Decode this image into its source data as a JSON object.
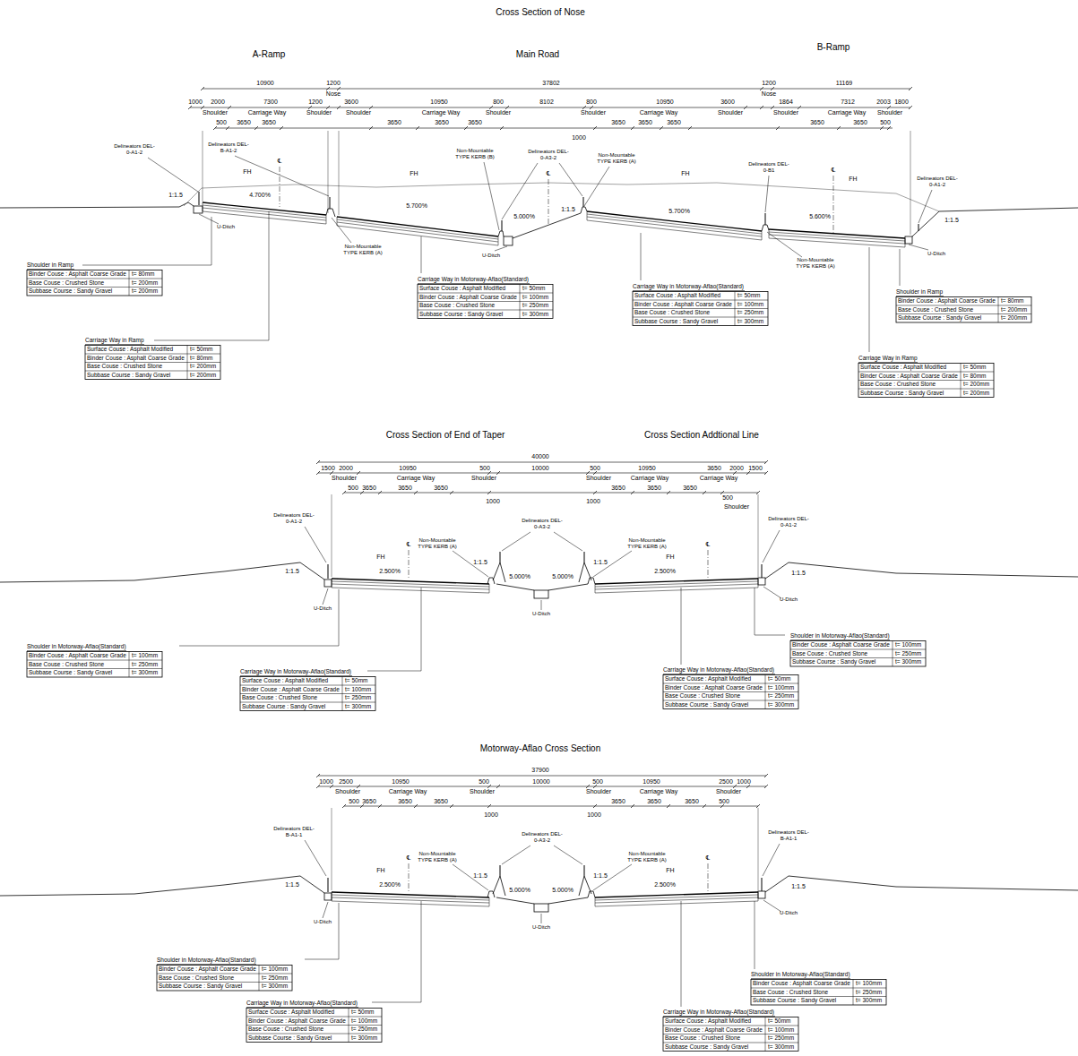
{
  "diagram": {
    "labels": [
      "Cross Section of Nose",
      "A-Ramp",
      "Main Road",
      "B-Ramp",
      "10900",
      "1200",
      "37802",
      "1200",
      "11169",
      "Nose",
      "Nose",
      "1000",
      "2000",
      "7300",
      "1200",
      "3600",
      "10950",
      "800",
      "8102",
      "800",
      "10950",
      "3600",
      "1864",
      "7312",
      "2003",
      "1800",
      "Shoulder",
      "Carriage Way",
      "Shoulder",
      "Shoulder",
      "Carriage Way",
      "Shoulder",
      "Shoulder",
      "Carriage Way",
      "Shoulder",
      "Shoulder",
      "Carriage Way",
      "Shoulder",
      "500",
      "3650",
      "3650",
      "3650",
      "3650",
      "3650",
      "1000",
      "3650",
      "3650",
      "3650",
      "3650",
      "3650",
      "500",
      "Delineators DEL-0-A1-2",
      "Delineators DEL-B-A1-2",
      "Delineators DEL-0-A3-2",
      "Delineators DEL-0-B1",
      "Delineators DEL-0-A1-2",
      "FH",
      "℄",
      "FH",
      "℄",
      "FH",
      "FH",
      "℄",
      "Non-Mountable TYPE KERB (B)",
      "Non-Mountable TYPE KERB (A)",
      "Non-Mountable TYPE KERB (A)",
      "Non-Mountable TYPE KERB (A)",
      "4.700%",
      "5.700%",
      "5.000%",
      "5.700%",
      "5.600%",
      "1:1.5",
      "1:1.5",
      "1:1.5",
      "U-Ditch",
      "U-Ditch",
      "U-Ditch",
      "Shoulder in Ramp",
      "Binder Couse : Asphalt Coarse Grade",
      "t= 80mm",
      "Base Couse : Crushed Stone",
      "t= 200mm",
      "Subbase Course : Sandy Gravel",
      "t= 200mm",
      "Carriage Way in Ramp",
      "Surface Couse : Asphalt Modified",
      "t= 50mm",
      "Binder Couse : Asphalt Coarse Grade",
      "t= 80mm",
      "Base Couse : Crushed Stone",
      "t= 200mm",
      "Subbase Course : Sandy Gravel",
      "t= 200mm",
      "Carriage Way in Motorway-Aflao(Standard)",
      "Surface Couse : Asphalt Modified",
      "t= 50mm",
      "Binder Couse : Asphalt Coarse Grade",
      "t= 100mm",
      "Base Couse : Crushed Stone",
      "t= 250mm",
      "Subbase Course : Sandy Gravel",
      "t= 300mm",
      "Carriage Way in Motorway-Aflao(Standard)",
      "Surface Couse : Asphalt Modified",
      "t= 50mm",
      "Binder Couse : Asphalt Coarse Grade",
      "t= 100mm",
      "Base Couse : Crushed Stone",
      "t= 250mm",
      "Subbase Course : Sandy Gravel",
      "t= 300mm",
      "Shoulder in Ramp",
      "Binder Couse : Asphalt Coarse Grade",
      "t= 80mm",
      "Base Couse : Crushed Stone",
      "t= 200mm",
      "Subbase Course : Sandy Gravel",
      "t= 200mm",
      "Carriage Way in Ramp",
      "Surface Couse : Asphalt Modified",
      "t= 50mm",
      "Binder Couse : Asphalt Coarse Grade",
      "t= 80mm",
      "Base Couse : Crushed Stone",
      "t= 200mm",
      "Subbase Course : Sandy Gravel",
      "t= 200mm",
      "Cross Section of End of Taper",
      "Cross Section Addtional Line",
      "40000",
      "1500",
      "2000",
      "10950",
      "500",
      "10000",
      "500",
      "10950",
      "3650",
      "2000",
      "1500",
      "Shoulder",
      "Carriage Way",
      "Shoulder",
      "Shoulder",
      "Carriage Way",
      "Carriage Way",
      "500",
      "3650",
      "3650",
      "3650",
      "1000",
      "1000",
      "3650",
      "3650",
      "3650",
      "500",
      "Shoulder",
      "Delineators DEL-0-A1-2",
      "Delineators DEL-0-A3-2",
      "Delineators DEL-0-A1-2",
      "Non-Mountable TYPE KERB (A)",
      "Non-Mountable TYPE KERB (A)",
      "FH",
      "℄",
      "FH",
      "℄",
      "2.500%",
      "5.000%",
      "5.000%",
      "2.500%",
      "1:1.5",
      "1:1.5",
      "1:1.5",
      "1:1.5",
      "U-Ditch",
      "U-Ditch",
      "U-Ditch",
      "Shoulder in Motorway-Aflao(Standard)",
      "Binder Couse : Asphalt Coarse Grade",
      "t= 100mm",
      "Base Couse : Crushed Stone",
      "t= 250mm",
      "Subbase Course : Sandy Gravel",
      "t= 300mm",
      "Carriage Way in Motorway-Aflao(Standard)",
      "Surface Couse : Asphalt Modified",
      "t= 50mm",
      "Binder Couse : Asphalt Coarse Grade",
      "t= 100mm",
      "Base Couse : Crushed Stone",
      "t= 250mm",
      "Subbase Course : Sandy Gravel",
      "t= 300mm",
      "Shoulder in Motorway-Aflao(Standard)",
      "Binder Couse : Asphalt Coarse Grade",
      "t= 100mm",
      "Base Couse : Crushed Stone",
      "t= 250mm",
      "Subbase Course : Sandy Gravel",
      "t= 300mm",
      "Carriage Way in Motorway-Aflao(Standard)",
      "Surface Couse : Asphalt Modified",
      "t= 50mm",
      "Binder Couse : Asphalt Coarse Grade",
      "t= 100mm",
      "Base Couse : Crushed Stone",
      "t= 250mm",
      "Subbase Course : Sandy Gravel",
      "t= 300mm",
      "Motorway-Aflao Cross Section",
      "37900",
      "1000",
      "2500",
      "10950",
      "500",
      "10000",
      "500",
      "10950",
      "2500",
      "1000",
      "Shoulder",
      "Carriage Way",
      "Shoulder",
      "Shoulder",
      "Carriage Way",
      "Shoulder",
      "500",
      "3650",
      "3650",
      "3650",
      "1000",
      "1000",
      "3650",
      "3650",
      "3650",
      "500",
      "Delineators DEL-B-A1-1",
      "Delineators DEL-0-A3-2",
      "Delineators DEL-B-A1-1",
      "Non-Mountable TYPE KERB (A)",
      "Non-Mountable TYPE KERB (A)",
      "FH",
      "℄",
      "FH",
      "℄",
      "2.500%",
      "5.000%",
      "5.000%",
      "2.500%",
      "1:1.5",
      "1:1.5",
      "1:1.5",
      "1:1.5",
      "U-Ditch",
      "U-Ditch",
      "U-Ditch",
      "Shoulder in Motorway-Aflao(Standard)",
      "Binder Couse : Asphalt Coarse Grade",
      "t= 100mm",
      "Base Couse : Crushed Stone",
      "t= 250mm",
      "Subbase Course : Sandy Gravel",
      "t= 300mm",
      "Carriage Way in Motorway-Aflao(Standard)",
      "Surface Couse : Asphalt Modified",
      "t= 50mm",
      "Binder Couse : Asphalt Coarse Grade",
      "t= 100mm",
      "Base Couse : Crushed Stone",
      "t= 250mm",
      "Subbase Course : Sandy Gravel",
      "t= 300mm",
      "Shoulder in Motorway-Aflao(Standard)",
      "Binder Couse : Asphalt Coarse Grade",
      "t= 100mm",
      "Base Couse : Crushed Stone",
      "t= 250mm",
      "Subbase Course : Sandy Gravel",
      "t= 300mm",
      "Carriage Way in Motorway-Aflao(Standard)",
      "Surface Couse : Asphalt Modified",
      "t= 50mm",
      "Binder Couse : Asphalt Coarse Grade",
      "t= 100mm",
      "Base Couse : Crushed Stone",
      "t= 250mm",
      "Subbase Course : Sandy Gravel",
      "t= 300mm"
    ]
  }
}
